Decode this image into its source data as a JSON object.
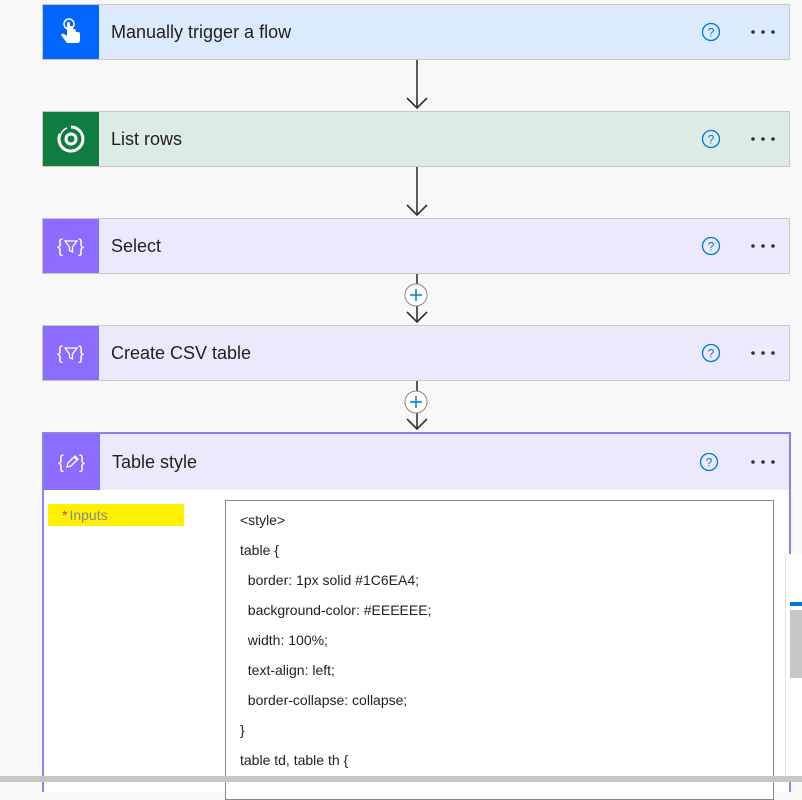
{
  "steps": [
    {
      "title": "Manually trigger a flow",
      "icon": "touch-hand-icon",
      "color": "#0066ff",
      "bg": "#dbeafd"
    },
    {
      "title": "List rows",
      "icon": "dataverse-icon",
      "color": "#107c41",
      "bg": "#dcebe3"
    },
    {
      "title": "Select",
      "icon": "data-operation-icon",
      "color": "#8c6cff",
      "bg": "#ece9fd"
    },
    {
      "title": "Create CSV table",
      "icon": "data-operation-icon",
      "color": "#8c6cff",
      "bg": "#ece9fd"
    },
    {
      "title": "Table style",
      "icon": "compose-icon",
      "color": "#8c6cff",
      "bg": "#ece9fd"
    }
  ],
  "inputs_label": "Inputs",
  "required_mark": "*",
  "code_lines": [
    "<style>",
    "table {",
    "  border: 1px solid #1C6EA4;",
    "  background-color: #EEEEEE;",
    "  width: 100%;",
    "  text-align: left;",
    "  border-collapse: collapse;",
    "}",
    "table td, table th {"
  ],
  "colors": {
    "accent_blue": "#0078d4",
    "selected_border": "#8f7fe8"
  }
}
